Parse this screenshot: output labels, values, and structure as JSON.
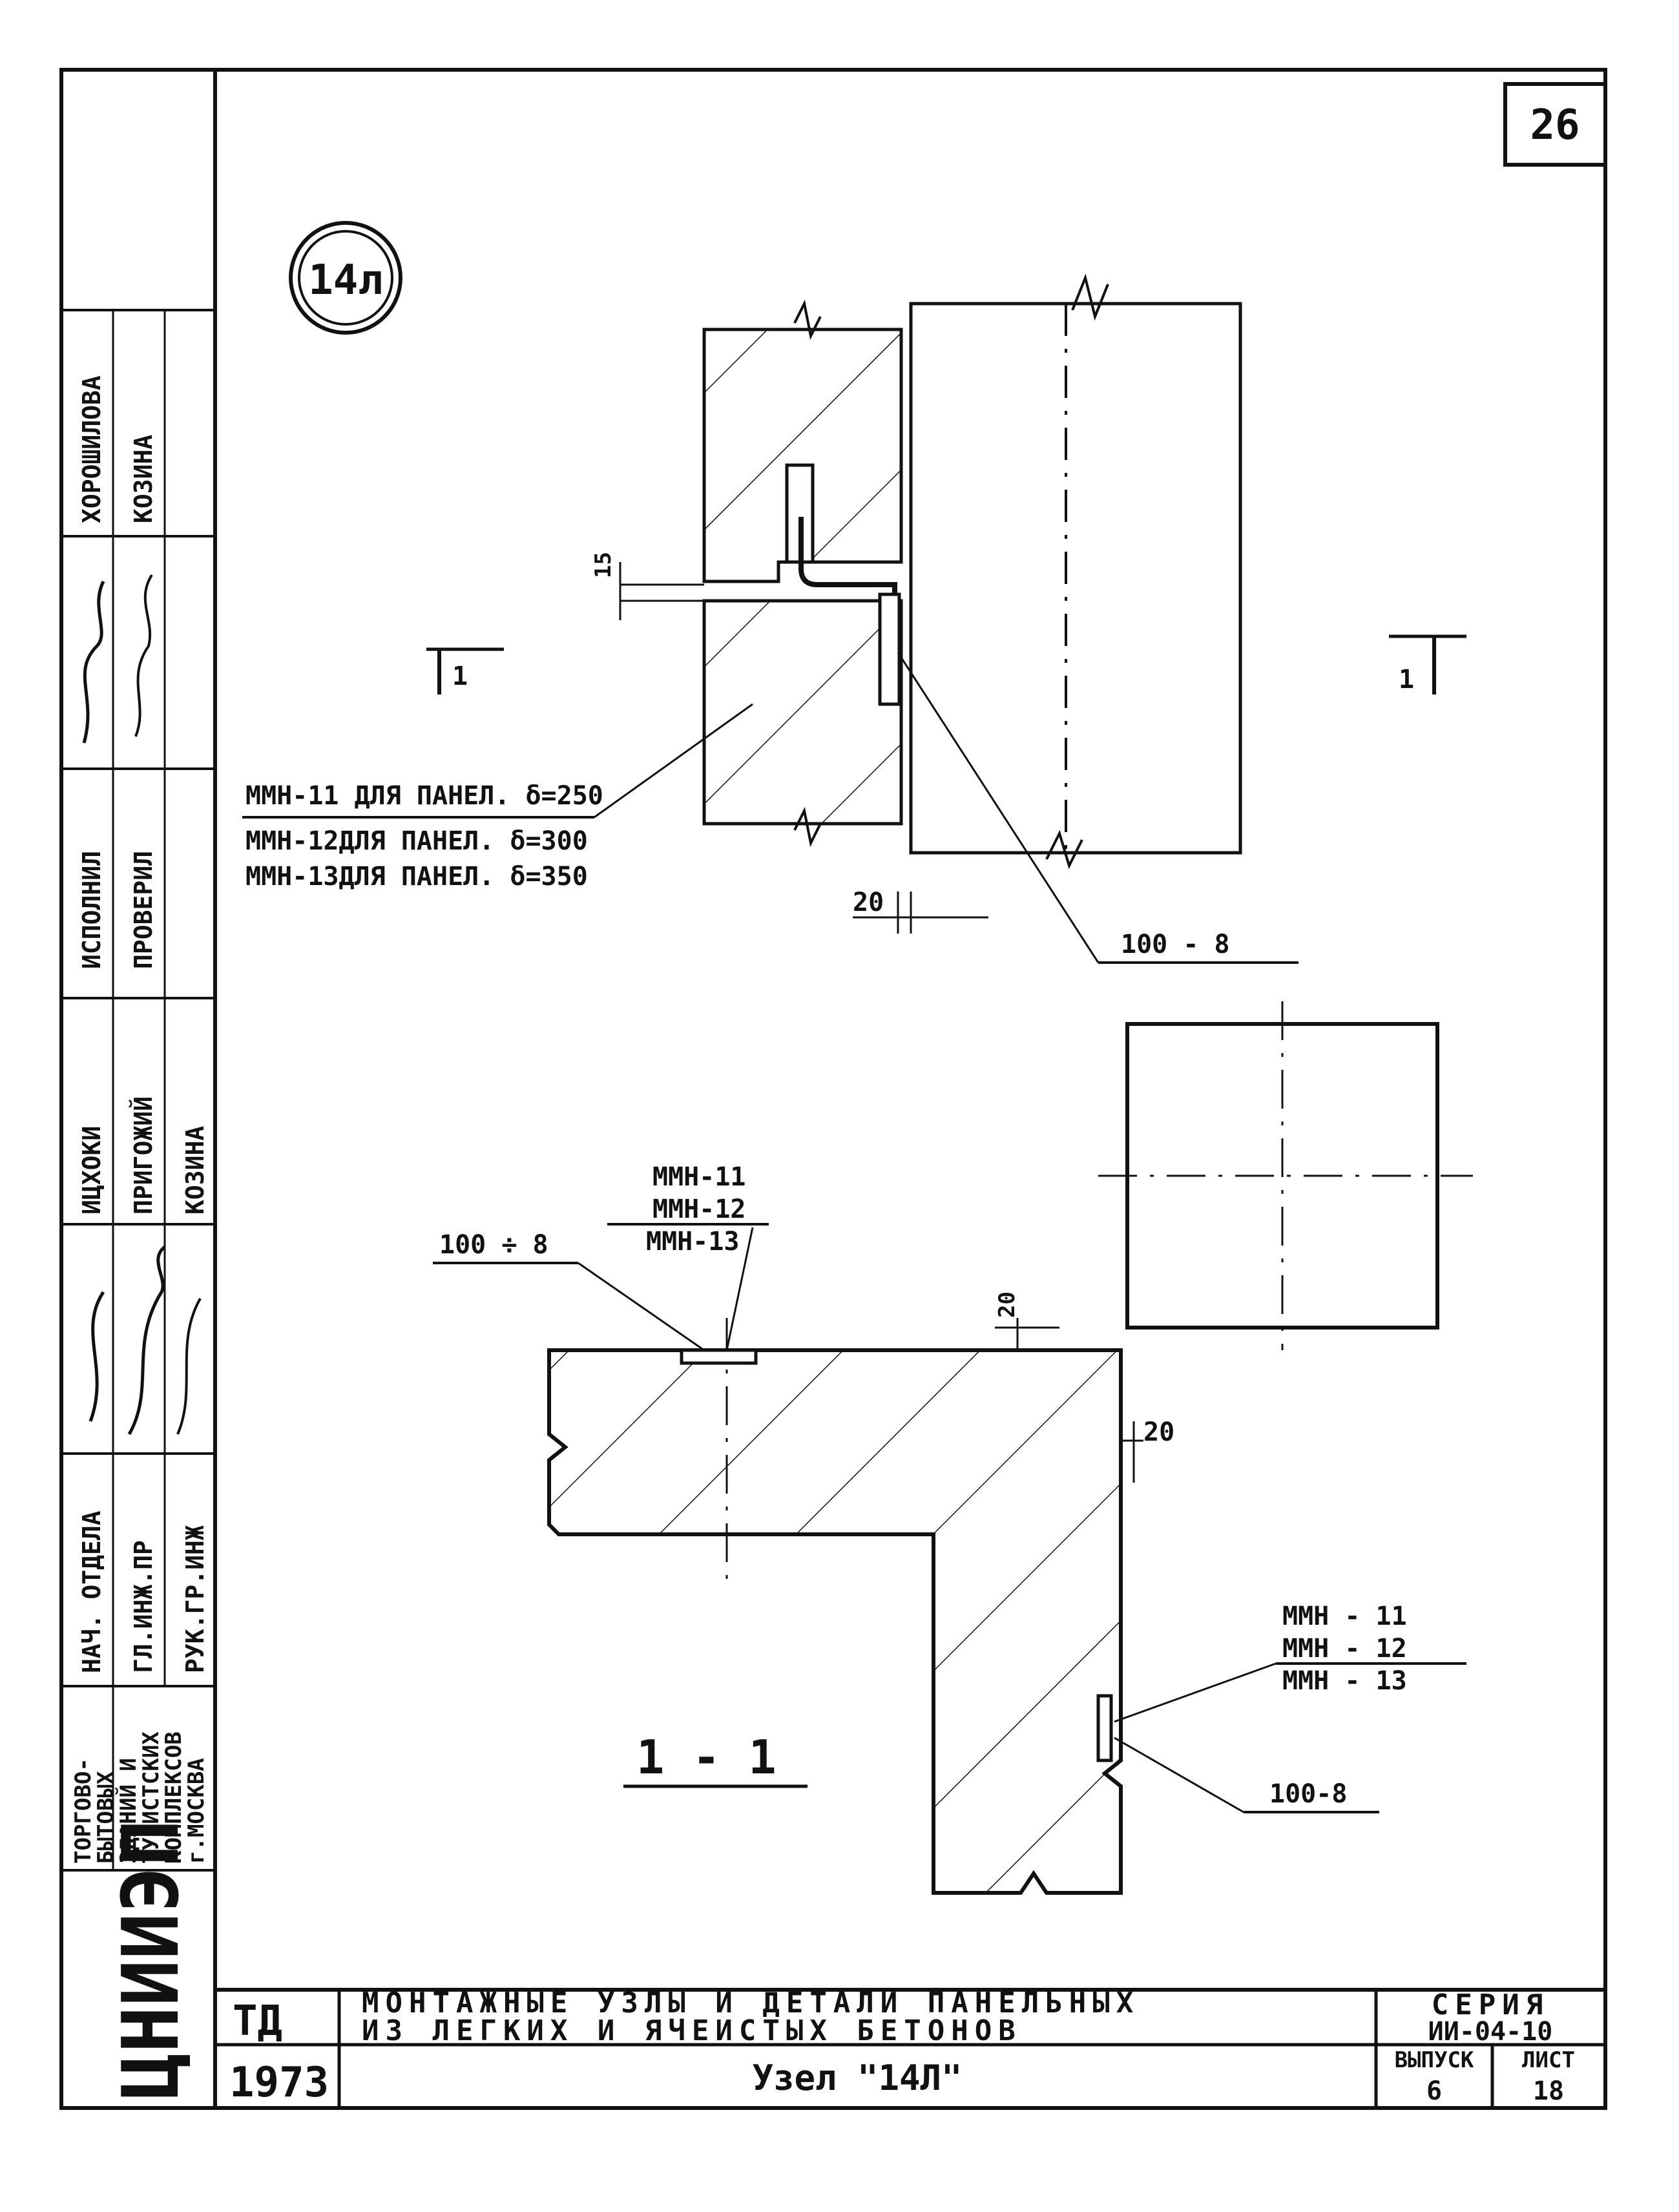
{
  "sheet_number": "26",
  "node_mark": "14л",
  "side_table": {
    "rows": [
      {
        "role": "ИСПОЛНИЛ",
        "name": "ХОРОШИЛОВА"
      },
      {
        "role": "ПРОВЕРИЛ",
        "name": "КОЗИНА"
      },
      {
        "role": "НАЧ. ОТДЕЛА",
        "name": "ИЦХОКИ"
      },
      {
        "role": "ГЛ.ИНЖ.ПР",
        "name": "ПРИГОЖИЙ"
      },
      {
        "role": "РУК.ГР.ИНЖ",
        "name": "КОЗИНА"
      }
    ],
    "org": [
      "ТОРГОВО-",
      "БЫТОВЫХ",
      "ЗДАНИЙ И",
      "ТУРИСТСКИХ",
      "КОМПЛЕКСОВ",
      "г.МОСКВА"
    ],
    "logo": "ЦНИИЭП"
  },
  "elevation": {
    "section_mark": "1",
    "dim_15": "15",
    "dim_20": "20",
    "insert_lines": [
      "ММН-11 ДЛЯ ПАНЕЛ. δ=250",
      "ММН-12ДЛЯ ПАНЕЛ. δ=300",
      "ММН-13ДЛЯ ПАНЕЛ. δ=350"
    ],
    "plate_label": "100 - 8"
  },
  "section": {
    "title": "1 - 1",
    "top_inserts": [
      "ММН-11",
      "ММН-12",
      "ММН-13"
    ],
    "top_plate": "100 ÷ 8",
    "dim_top": "20",
    "dim_right": "20",
    "side_inserts": [
      "ММН - 11",
      "ММН - 12",
      "ММН - 13"
    ],
    "side_plate": "100-8"
  },
  "title_block": {
    "td": "ТД",
    "year": "1973",
    "line1": "МОНТАЖНЫЕ УЗЛЫ И ДЕТАЛИ ПАНЕЛЬНЫХ",
    "line2": "ИЗ ЛЕГКИХ И ЯЧЕИСТЫХ БЕТОНОВ",
    "node": "Узел \"14Л\"",
    "series_label": "СЕРИЯ",
    "series": "ИИ-04-10",
    "issue_label": "ВЫПУСК",
    "issue": "6",
    "sheet_label": "ЛИСТ",
    "sheet": "18"
  }
}
